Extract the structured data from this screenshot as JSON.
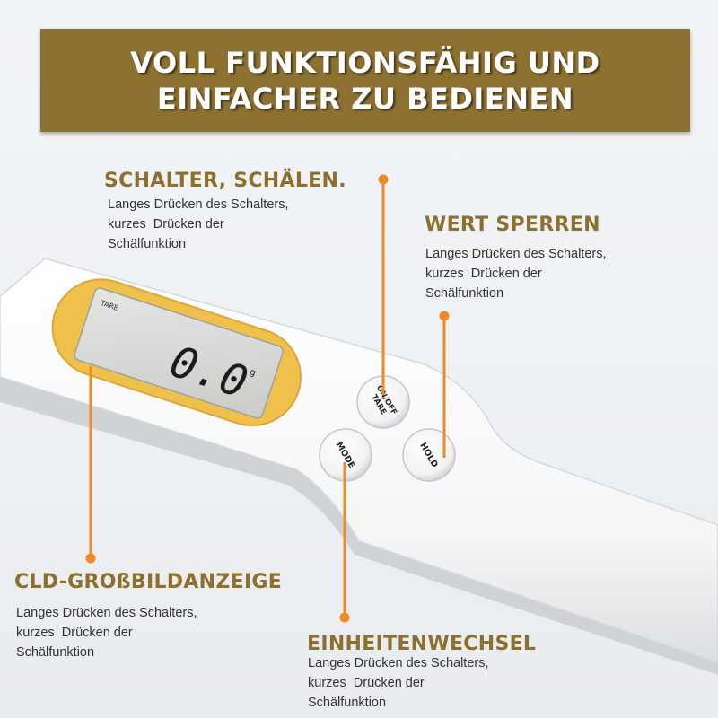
{
  "banner": {
    "line1": "VOLL FUNKTIONSFÄHIG UND",
    "line2": "EINFACHER ZU BEDIENEN"
  },
  "callouts": {
    "switch": {
      "title": "SCHALTER, SCHÄLEN.",
      "desc": "Langes Drücken des Schalters,\nkurzes  Drücken der\nSchälfunktion"
    },
    "lock": {
      "title": "WERT SPERREN",
      "desc": "Langes Drücken des Schalters,\nkurzes  Drücken der\nSchälfunktion"
    },
    "display": {
      "title": "CLD-GROßBILDANZEIGE",
      "desc": "Langes Drücken des Schalters,\nkurzes  Drücken der\nSchälfunktion"
    },
    "unit": {
      "title": "EINHEITENWECHSEL",
      "desc": "Langes Drücken des Schalters,\nkurzes  Drücken der\nSchälfunktion"
    }
  },
  "device": {
    "lcd_tare": "TARE",
    "lcd_reading": "0.0",
    "lcd_unit": "g",
    "button_onoff_line1": "ON/OFF",
    "button_onoff_line2": "TARE",
    "button_mode": "MODE",
    "button_hold": "HOLD"
  },
  "colors": {
    "banner": "#8d7131",
    "accent_orange": "#f08a24",
    "heading_gold": "#8d6f2e",
    "lcd_bezel": "#f1c24e"
  }
}
